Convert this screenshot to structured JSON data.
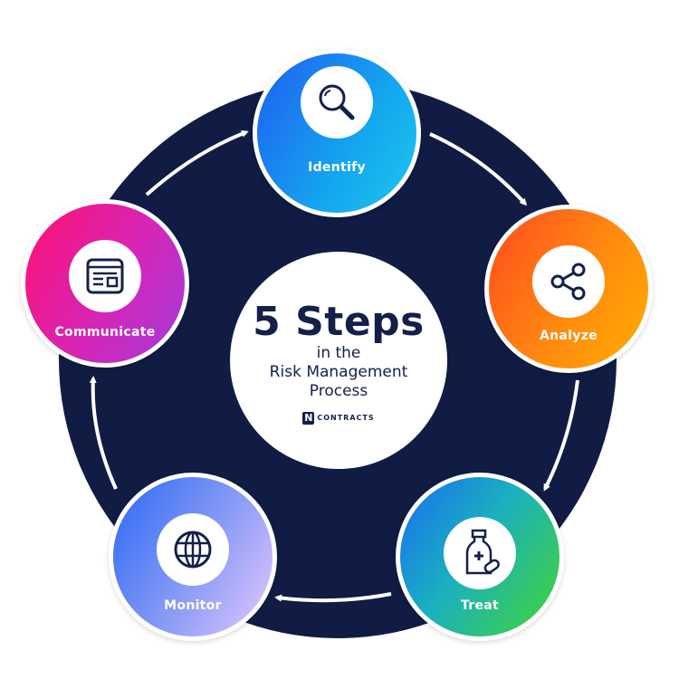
{
  "center": {
    "headline": "5 Steps",
    "line1": "in the",
    "line2": "Risk Management",
    "line3": "Process",
    "brand_mark": "N",
    "brand_word": "CONTRACTS"
  },
  "steps": [
    {
      "label": "Identify",
      "icon": "magnifier-icon"
    },
    {
      "label": "Analyze",
      "icon": "share-nodes-icon"
    },
    {
      "label": "Treat",
      "icon": "medicine-bottle-icon"
    },
    {
      "label": "Monitor",
      "icon": "globe-icon"
    },
    {
      "label": "Communicate",
      "icon": "document-icon"
    }
  ],
  "colors": {
    "navy": "#101c44",
    "identify": "#14a6ef",
    "analyze": "#ff8a10",
    "treat": "#44d630",
    "monitor": "#2a68f5",
    "communicate": "#ff1071"
  }
}
